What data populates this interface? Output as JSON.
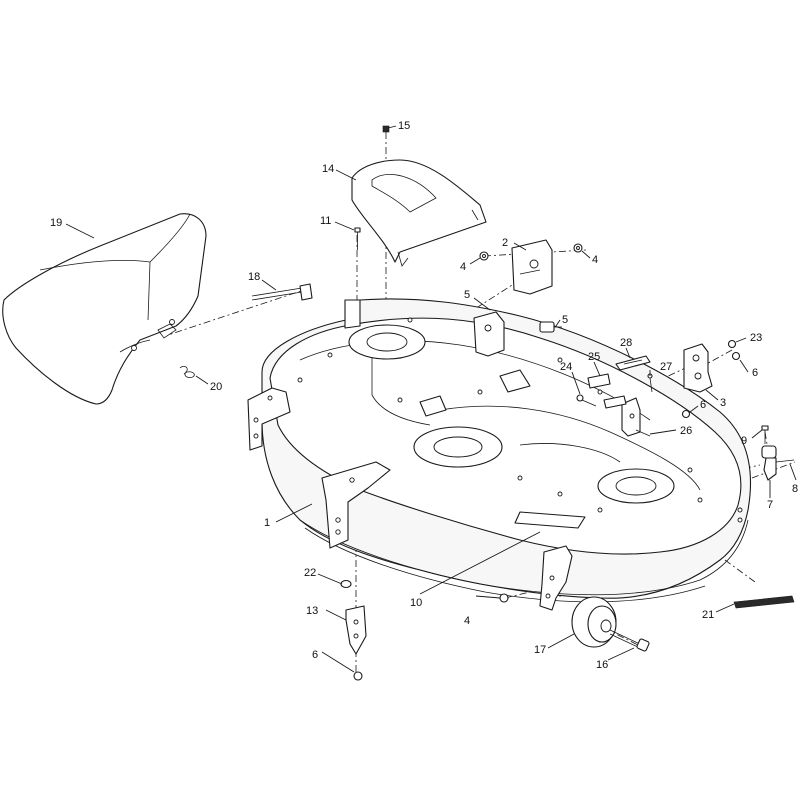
{
  "callouts": [
    {
      "id": "c1",
      "label": "1"
    },
    {
      "id": "c2",
      "label": "2"
    },
    {
      "id": "c3",
      "label": "3"
    },
    {
      "id": "c4a",
      "label": "4"
    },
    {
      "id": "c4b",
      "label": "4"
    },
    {
      "id": "c4c",
      "label": "4"
    },
    {
      "id": "c5a",
      "label": "5"
    },
    {
      "id": "c5b",
      "label": "5"
    },
    {
      "id": "c6a",
      "label": "6"
    },
    {
      "id": "c6b",
      "label": "6"
    },
    {
      "id": "c6c",
      "label": "6"
    },
    {
      "id": "c7",
      "label": "7"
    },
    {
      "id": "c8",
      "label": "8"
    },
    {
      "id": "c9",
      "label": "9"
    },
    {
      "id": "c10",
      "label": "10"
    },
    {
      "id": "c11",
      "label": "11"
    },
    {
      "id": "c13",
      "label": "13"
    },
    {
      "id": "c14",
      "label": "14"
    },
    {
      "id": "c15",
      "label": "15"
    },
    {
      "id": "c16",
      "label": "16"
    },
    {
      "id": "c17",
      "label": "17"
    },
    {
      "id": "c18",
      "label": "18"
    },
    {
      "id": "c19",
      "label": "19"
    },
    {
      "id": "c20",
      "label": "20"
    },
    {
      "id": "c21",
      "label": "21"
    },
    {
      "id": "c22",
      "label": "22"
    },
    {
      "id": "c23",
      "label": "23"
    },
    {
      "id": "c24",
      "label": "24"
    },
    {
      "id": "c25",
      "label": "25"
    },
    {
      "id": "c26",
      "label": "26"
    },
    {
      "id": "c27",
      "label": "27"
    },
    {
      "id": "c28",
      "label": "28"
    }
  ]
}
